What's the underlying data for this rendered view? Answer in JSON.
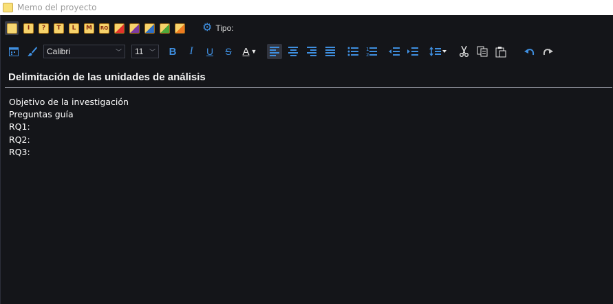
{
  "window": {
    "title": "Memo del proyecto"
  },
  "memo_types": [
    {
      "name": "memo-default",
      "color": "#f6d773",
      "letter": ""
    },
    {
      "name": "memo-type-i",
      "color": "#f7d36b",
      "letter": "I"
    },
    {
      "name": "memo-type-question",
      "color": "#f7d36b",
      "letter": "?"
    },
    {
      "name": "memo-type-t",
      "color": "#f7d36b",
      "letter": "T"
    },
    {
      "name": "memo-type-l",
      "color": "#f7d36b",
      "letter": "L"
    },
    {
      "name": "memo-type-m",
      "color": "#f7d36b",
      "letter": "M"
    },
    {
      "name": "memo-type-rq",
      "color": "#f7d36b",
      "letter": "RQ"
    },
    {
      "name": "memo-color-red",
      "color": "#e2332b",
      "letter": ""
    },
    {
      "name": "memo-color-purple",
      "color": "#7d3aa0",
      "letter": ""
    },
    {
      "name": "memo-color-blue",
      "color": "#2f6ec2",
      "letter": ""
    },
    {
      "name": "memo-color-green",
      "color": "#4fa83a",
      "letter": ""
    },
    {
      "name": "memo-color-orange",
      "color": "#ef7b20",
      "letter": ""
    }
  ],
  "tipo_label": "Tipo:",
  "format": {
    "font_family": "Calibri",
    "font_size": "11",
    "bold": "B",
    "italic": "I",
    "underline": "U",
    "strike": "S",
    "font_color": "A"
  },
  "memo": {
    "title": "Delimitación de las unidades de análisis",
    "lines": [
      "Objetivo de la investigación",
      "Preguntas guía",
      "RQ1:",
      "RQ2:",
      "RQ3:"
    ]
  },
  "colors": {
    "accent": "#3f8fe0",
    "background": "#141519",
    "text": "#ffffff"
  }
}
